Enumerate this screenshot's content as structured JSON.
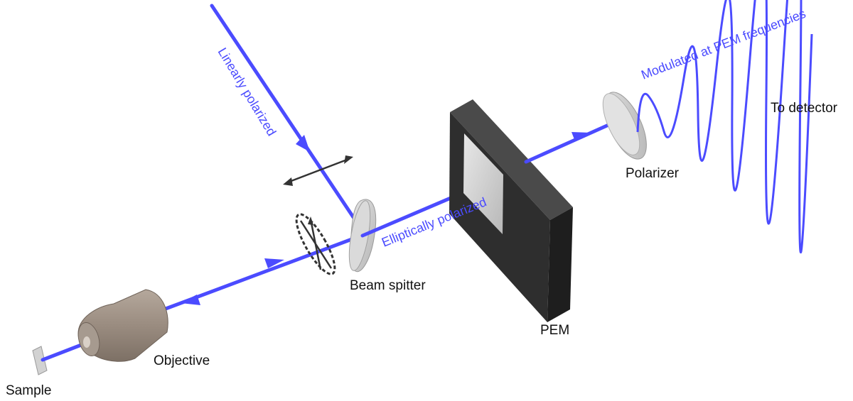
{
  "labels": {
    "linearly_polarized": "Linearly polarized",
    "elliptically_polarized": "Elliptically polarized",
    "modulated": "Modulated at PEM frequencies",
    "to_detector": "To detector",
    "polarizer": "Polarizer",
    "beam_splitter": "Beam spitter",
    "pem": "PEM",
    "objective": "Objective",
    "sample": "Sample"
  },
  "colors": {
    "beam": "#4b4bff",
    "optic_gray": "#c8c8c8",
    "pem_body": "#2a2a2a",
    "objective": "#9a8c80",
    "polarization_arrow": "#333333"
  }
}
